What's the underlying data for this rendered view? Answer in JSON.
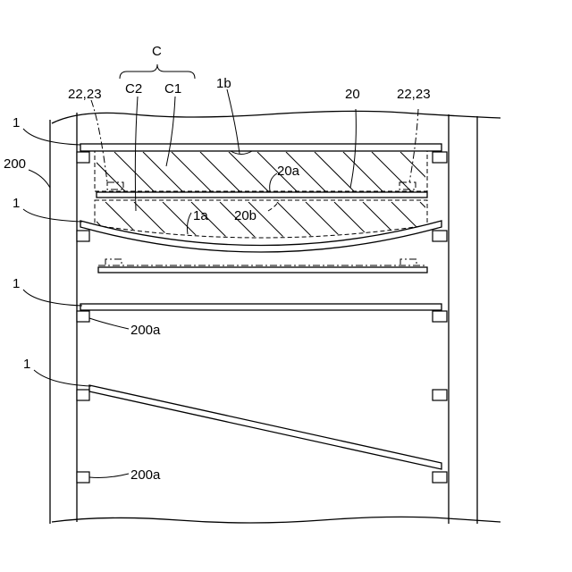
{
  "labels": {
    "c": "C",
    "c2": "C2",
    "c1": "C1",
    "ref_22_23_left": "22,23",
    "ref_1b": "1b",
    "ref_20": "20",
    "ref_22_23_right": "22,23",
    "ref_1_top": "1",
    "ref_200": "200",
    "ref_20a": "20a",
    "ref_1_second": "1",
    "ref_1a": "1a",
    "ref_20b": "20b",
    "ref_1_third": "1",
    "ref_200a_upper": "200a",
    "ref_1_fourth": "1",
    "ref_200a_lower": "200a"
  }
}
